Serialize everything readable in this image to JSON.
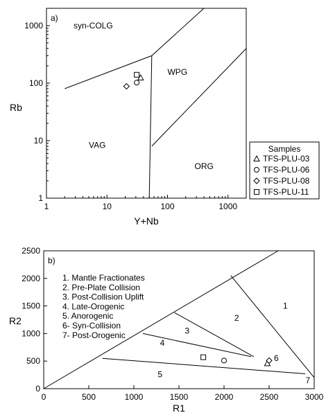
{
  "chart_data": [
    {
      "type": "scatter",
      "panel_label": "a)",
      "xlabel": "Y+Nb",
      "ylabel": "Rb",
      "xscale": "log",
      "yscale": "log",
      "xlim": [
        1,
        2000
      ],
      "ylim": [
        1,
        2000
      ],
      "xticks": [
        {
          "v": 1,
          "label": "1"
        },
        {
          "v": 10,
          "label": "10"
        },
        {
          "v": 100,
          "label": "100"
        },
        {
          "v": 1000,
          "label": "1000"
        }
      ],
      "yticks": [
        {
          "v": 1,
          "label": "1"
        },
        {
          "v": 10,
          "label": "10"
        },
        {
          "v": 100,
          "label": "100"
        },
        {
          "v": 1000,
          "label": "1000"
        }
      ],
      "field_lines": [
        [
          [
            2,
            80
          ],
          [
            55,
            300
          ],
          [
            400,
            2000
          ]
        ],
        [
          [
            55,
            300
          ],
          [
            50,
            1
          ]
        ],
        [
          [
            55,
            8
          ],
          [
            2000,
            400
          ]
        ]
      ],
      "regions": [
        {
          "name": "syn-COLG",
          "x": 2.8,
          "y": 900
        },
        {
          "name": "WPG",
          "x": 100,
          "y": 140
        },
        {
          "name": "VAG",
          "x": 5,
          "y": 7.5
        },
        {
          "name": "ORG",
          "x": 280,
          "y": 3.2
        }
      ],
      "series": [
        {
          "name": "TFS-PLU-03",
          "marker": "triangle",
          "points": [
            [
              36,
              125
            ]
          ]
        },
        {
          "name": "TFS-PLU-06",
          "marker": "circle",
          "points": [
            [
              31,
              102
            ]
          ]
        },
        {
          "name": "TFS-PLU-08",
          "marker": "diamond",
          "points": [
            [
              21,
              88
            ]
          ]
        },
        {
          "name": "TFS-PLU-11",
          "marker": "square",
          "points": [
            [
              31,
              140
            ]
          ]
        }
      ],
      "legend": {
        "title": "Samples"
      }
    },
    {
      "type": "scatter",
      "panel_label": "b)",
      "xlabel": "R1",
      "ylabel": "R2",
      "xlim": [
        0,
        3000
      ],
      "ylim": [
        0,
        2500
      ],
      "xticks": [
        0,
        500,
        1000,
        1500,
        2000,
        2500,
        3000
      ],
      "yticks": [
        0,
        500,
        1000,
        1500,
        2000,
        2500
      ],
      "field_lines": [
        [
          [
            0,
            0
          ],
          [
            2600,
            2500
          ]
        ],
        [
          [
            2075,
            2050
          ],
          [
            3000,
            200
          ]
        ],
        [
          [
            1450,
            1380
          ],
          [
            2330,
            580
          ]
        ],
        [
          [
            1100,
            1000
          ],
          [
            2300,
            580
          ]
        ],
        [
          [
            650,
            550
          ],
          [
            2900,
            270
          ]
        ]
      ],
      "region_labels": [
        {
          "name": "1",
          "x": 2680,
          "y": 1450
        },
        {
          "name": "2",
          "x": 2140,
          "y": 1230
        },
        {
          "name": "3",
          "x": 1590,
          "y": 1000
        },
        {
          "name": "4",
          "x": 1315,
          "y": 780
        },
        {
          "name": "5",
          "x": 1290,
          "y": 210
        },
        {
          "name": "6",
          "x": 2580,
          "y": 500
        },
        {
          "name": "7",
          "x": 2930,
          "y": 100
        }
      ],
      "field_legend": [
        "1. Mantle Fractionates",
        "2. Pre-Plate Collision",
        "3. Post-Collision Uplift",
        "4. Late-Orogenic",
        "5. Anorogenic",
        "6- Syn-Collision",
        "7- Post-Orogenic"
      ],
      "series": [
        {
          "name": "TFS-PLU-03",
          "marker": "triangle",
          "points": [
            [
              2480,
              460
            ]
          ]
        },
        {
          "name": "TFS-PLU-06",
          "marker": "circle",
          "points": [
            [
              2000,
              510
            ]
          ]
        },
        {
          "name": "TFS-PLU-08",
          "marker": "diamond",
          "points": [
            [
              2500,
              510
            ]
          ]
        },
        {
          "name": "TFS-PLU-11",
          "marker": "square",
          "points": [
            [
              1770,
              570
            ]
          ]
        }
      ]
    }
  ]
}
